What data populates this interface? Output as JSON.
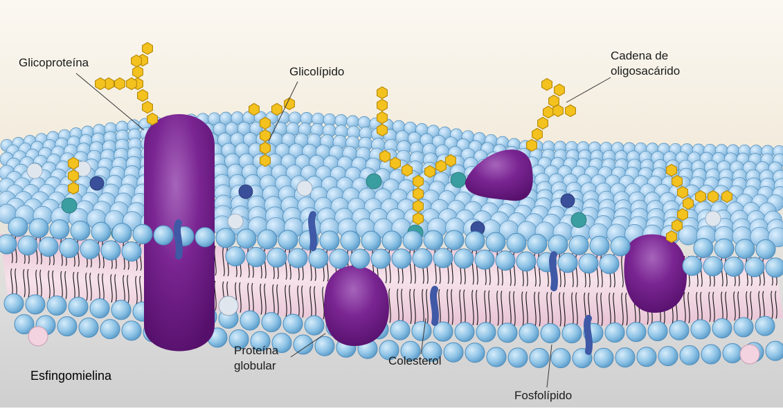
{
  "labels": {
    "glycoprotein": "Glicoproteína",
    "glycolipid": "Glicolípido",
    "oligosaccharide_line1": "Cadena de",
    "oligosaccharide_line2": "oligosacárido",
    "globular_line1": "Proteína",
    "globular_line2": "globular",
    "cholesterol": "Colesterol",
    "phospholipid": "Fosfolípido",
    "sphingomyelin": "Esfingomielina"
  },
  "colors": {
    "background_top": "#f6f1e6",
    "background_bottom": "#d5d5d5",
    "phospholipid_head": "#8ec3e6",
    "phospholipid_head_edge": "#4f8dbb",
    "tail": "#111111",
    "core": "#f1d7e2",
    "protein": "#6b1a82",
    "protein_highlight": "#a060b4",
    "sugar": "#f4c21f",
    "sugar_edge": "#b98c0b",
    "cholesterol": "#3f59a6",
    "teal_head": "#3a9ea0",
    "sphingomyelin_head": "#f2d3df"
  },
  "icons": [
    "glycoprotein-shape",
    "glycolipid-chain",
    "oligosaccharide-chain",
    "globular-protein-shape",
    "cholesterol-molecule",
    "phospholipid-head",
    "sphingomyelin-head"
  ]
}
